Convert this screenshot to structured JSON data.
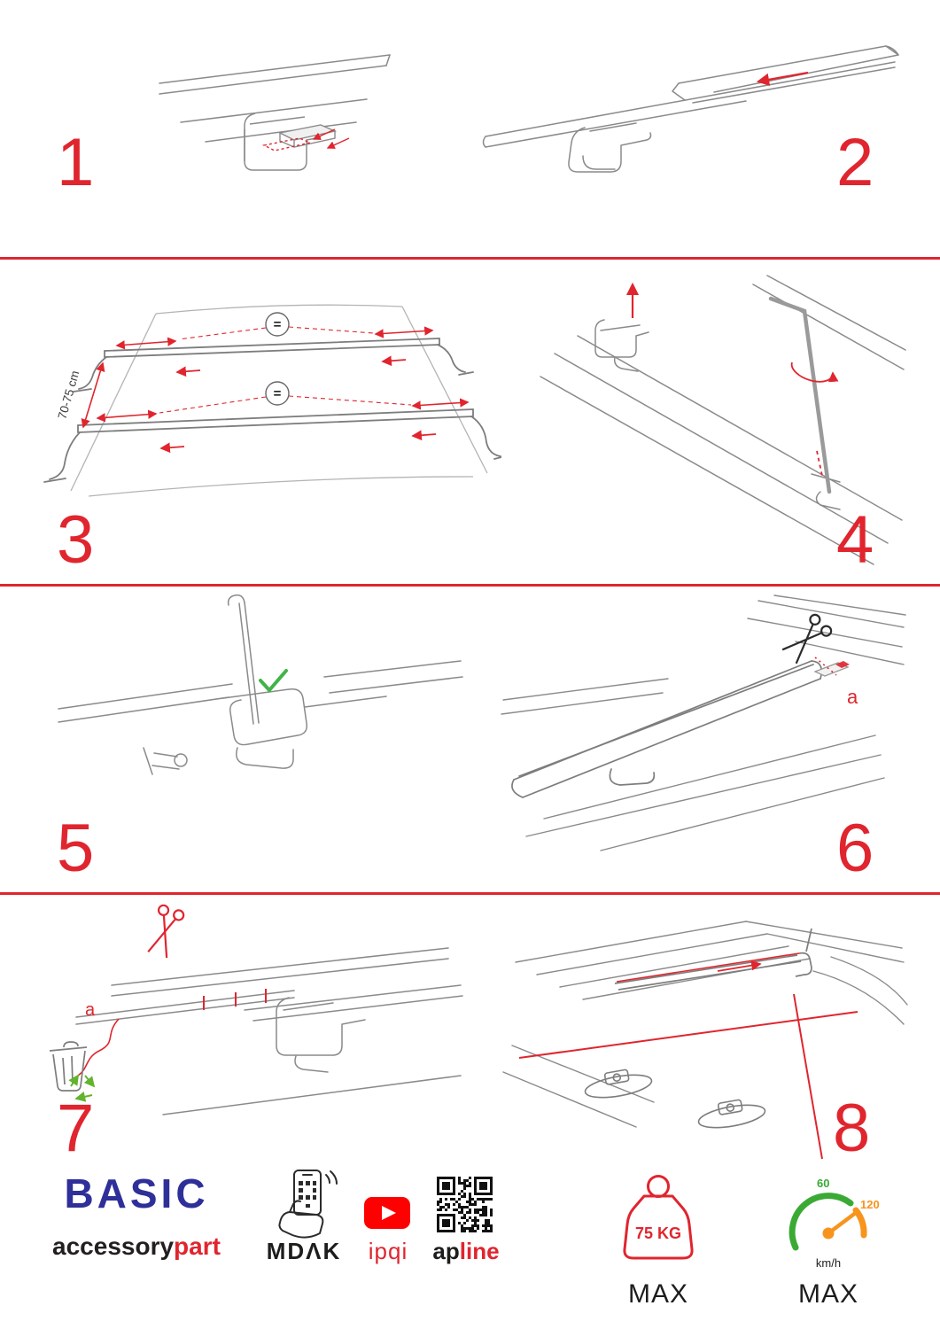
{
  "colors": {
    "accent_red": "#e0252e",
    "brand_blue": "#2f2f9a",
    "check_green": "#3fb449",
    "recycle_green": "#63b32e",
    "gauge_green": "#3aaa35",
    "gauge_orange": "#f7941d",
    "youtube_red": "#ff0000"
  },
  "steps": {
    "s1": {
      "num": "1"
    },
    "s2": {
      "num": "2"
    },
    "s3": {
      "num": "3",
      "dim": "70-75 cm",
      "eq_top": "=",
      "eq_bottom": "="
    },
    "s4": {
      "num": "4"
    },
    "s5": {
      "num": "5"
    },
    "s6": {
      "num": "6",
      "cut_label": "a"
    },
    "s7": {
      "num": "7",
      "cut_label": "a"
    },
    "s8": {
      "num": "8"
    }
  },
  "footer": {
    "brand": "BASIC",
    "brand_sub_left": "accessory",
    "brand_sub_right": "part",
    "logo_mdak": "MDΛK",
    "logo_ipqi": "ipqi",
    "logo_apline_left": "ap",
    "logo_apline_right": "line",
    "weight_limit": "75 KG",
    "weight_max_label": "MAX",
    "speed_low": "60",
    "speed_high": "120",
    "speed_unit": "km/h",
    "speed_max_label": "MAX"
  }
}
